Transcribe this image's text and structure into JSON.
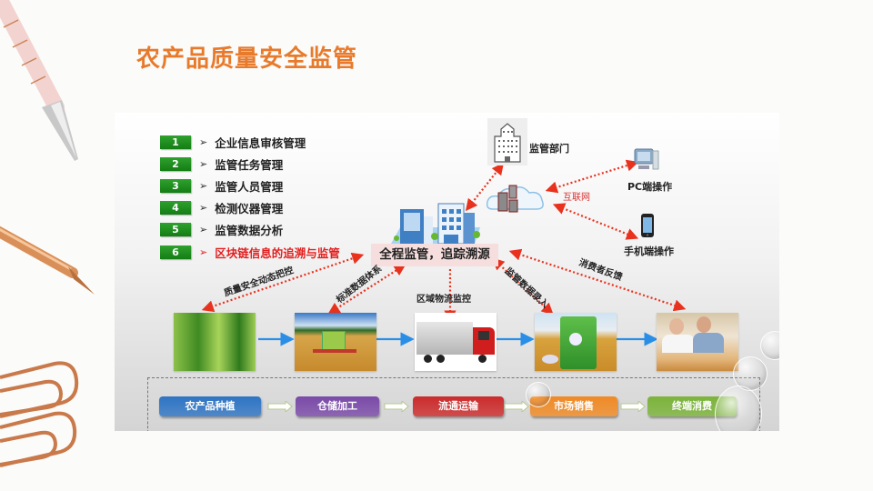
{
  "title": "农产品质量安全监管",
  "menu": [
    {
      "num": "1",
      "label": "企业信息审核管理",
      "highlight": false
    },
    {
      "num": "2",
      "label": "监管任务管理",
      "highlight": false
    },
    {
      "num": "3",
      "label": "监管人员管理",
      "highlight": false
    },
    {
      "num": "4",
      "label": "检测仪器管理",
      "highlight": false
    },
    {
      "num": "5",
      "label": "监管数据分析",
      "highlight": false
    },
    {
      "num": "6",
      "label": "区块链信息的追溯与监管",
      "highlight": true
    }
  ],
  "menu_arrow_glyph": "➢",
  "center": {
    "label": "全程监管，追踪溯源"
  },
  "nodes": {
    "regulator": "监管部门",
    "internet": "互联网",
    "pc": "PC端操作",
    "mobile": "手机端操作"
  },
  "link_labels": {
    "quality": "质量安全动态把控",
    "standard": "标准数据体系",
    "logistics": "区域物流监控",
    "data_entry": "监管数据录入",
    "feedback": "消费者反馈"
  },
  "photos": [
    {
      "name": "wheat-field-photo",
      "desc": "wheat field"
    },
    {
      "name": "harvester-photo",
      "desc": "combine harvester"
    },
    {
      "name": "truck-photo",
      "desc": "delivery truck"
    },
    {
      "name": "rice-bag-photo",
      "desc": "packaged rice"
    },
    {
      "name": "diners-photo",
      "desc": "consumers eating"
    }
  ],
  "stages": [
    {
      "label": "农产品种植",
      "color": "#2e74c4"
    },
    {
      "label": "仓储加工",
      "color": "#7a4aa8"
    },
    {
      "label": "流通运输",
      "color": "#cc2b2b"
    },
    {
      "label": "市场销售",
      "color": "#f08a24"
    },
    {
      "label": "终端消费",
      "color": "#7bb33a"
    }
  ],
  "colors": {
    "title": "#e87a2c",
    "link": "#e8321e",
    "menu_badge": "#1f8f1f",
    "highlight": "#e31e1e",
    "flow_arrow": "#2a8ee6"
  }
}
